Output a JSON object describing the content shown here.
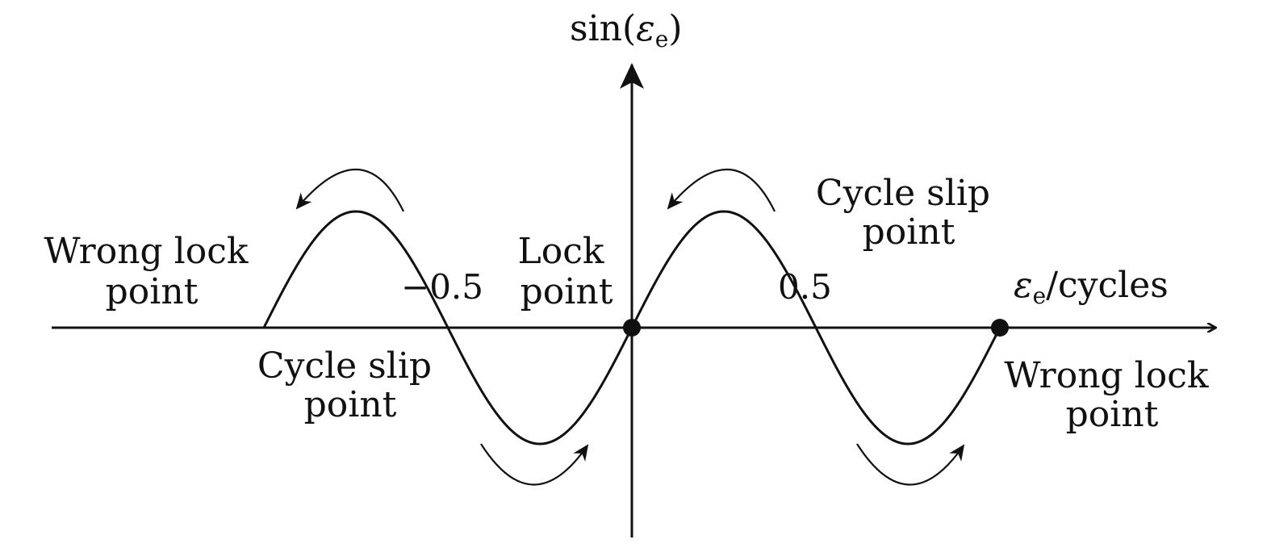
{
  "figure": {
    "y_axis_label": {
      "func": "sin(",
      "symbol": "ε",
      "subscript": "e",
      "close": ")"
    },
    "x_axis_label": {
      "symbol": "ε",
      "subscript": "e",
      "unit": "/cycles"
    },
    "ticks": {
      "neg_half": "−0.5",
      "pos_half": "0.5"
    },
    "annotations": {
      "lock_point": [
        "Lock",
        "point"
      ],
      "wrong_lock_left": [
        "Wrong lock",
        "point"
      ],
      "wrong_lock_right": [
        "Wrong lock",
        "point"
      ],
      "cycle_slip_left": [
        "Cycle slip",
        "point"
      ],
      "cycle_slip_right": [
        "Cycle slip",
        "point"
      ]
    },
    "style": {
      "ink": "#111111",
      "background": "#ffffff"
    }
  },
  "chart_data": {
    "type": "line",
    "title": "",
    "function": "sin(2π·ε_e)",
    "x_range": [
      -1,
      1
    ],
    "y_range": [
      -1,
      1
    ],
    "xticks": [
      -0.5,
      0.5
    ],
    "marked_points": [
      {
        "x": 0,
        "y": 0,
        "label": "Lock point"
      },
      {
        "x": 1,
        "y": 0,
        "label": "Wrong lock point"
      },
      {
        "x": -1,
        "y": 0,
        "label": "Wrong lock point"
      },
      {
        "x": 0.5,
        "y": 0,
        "label": "Cycle slip point"
      },
      {
        "x": -0.5,
        "y": 0,
        "label": "Cycle slip point"
      }
    ],
    "drift_arrows": [
      {
        "near_x": -0.75,
        "direction": "left"
      },
      {
        "near_x": -0.25,
        "direction": "right"
      },
      {
        "near_x": 0.25,
        "direction": "left"
      },
      {
        "near_x": 0.75,
        "direction": "right"
      }
    ]
  }
}
